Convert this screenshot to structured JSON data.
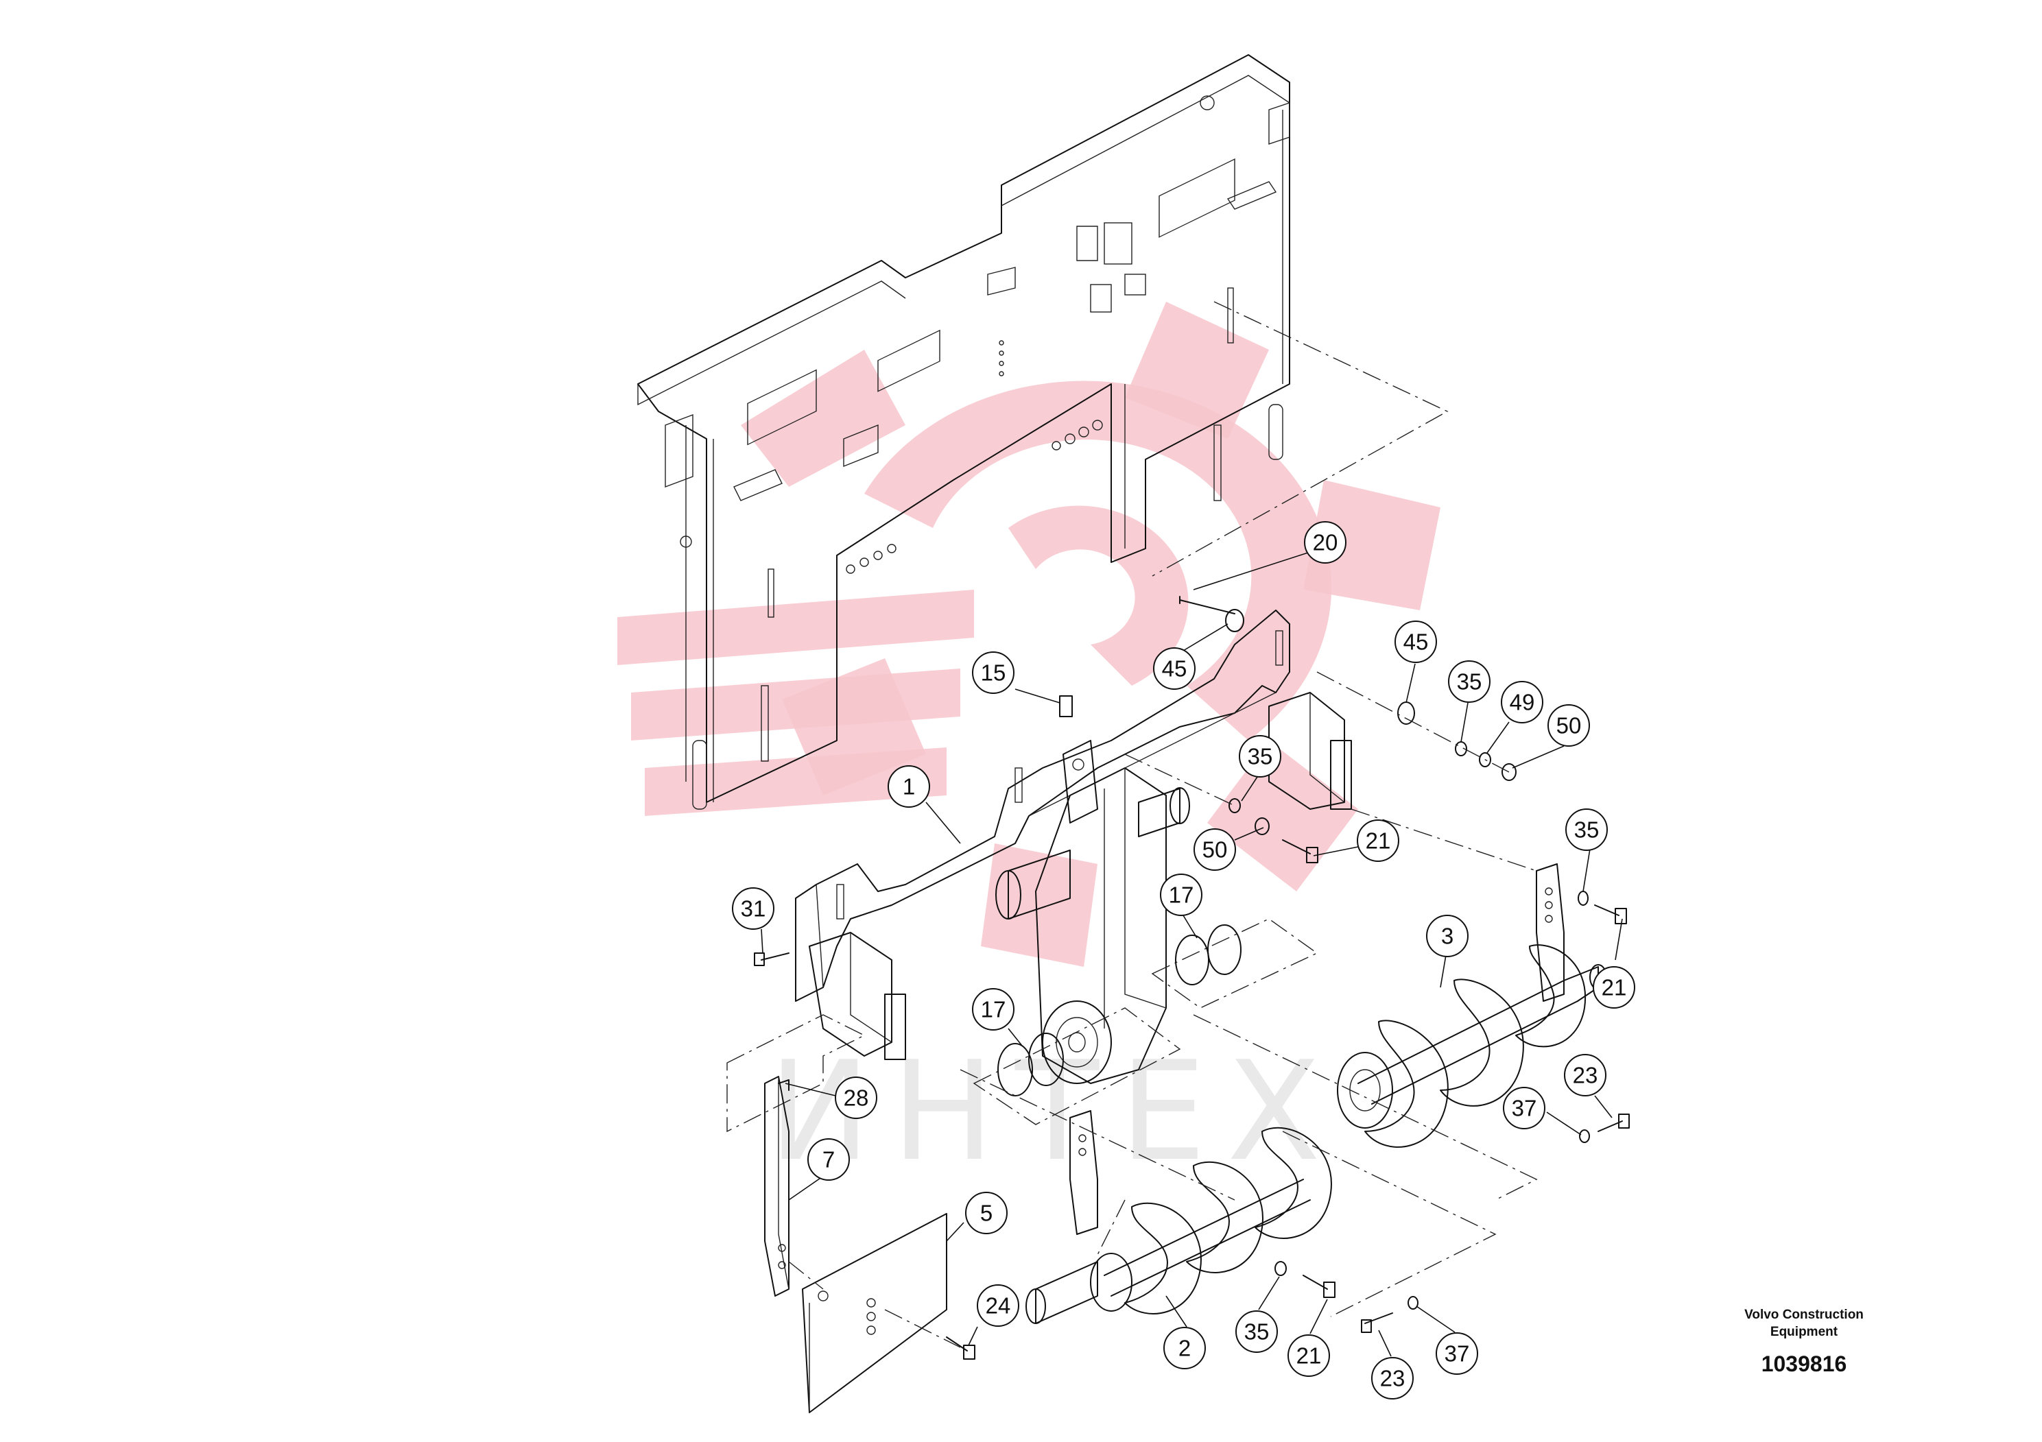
{
  "brand": {
    "company_line1": "Volvo Construction",
    "company_line2": "Equipment",
    "drawing_number": "1039816"
  },
  "watermark": {
    "text": "ИНТЕХ",
    "color": "#f7c6cc"
  },
  "callouts": [
    {
      "id": "c20",
      "label": "20"
    },
    {
      "id": "c45a",
      "label": "45"
    },
    {
      "id": "c45b",
      "label": "45"
    },
    {
      "id": "c15",
      "label": "15"
    },
    {
      "id": "c35a",
      "label": "35"
    },
    {
      "id": "c49",
      "label": "49"
    },
    {
      "id": "c50a",
      "label": "50"
    },
    {
      "id": "c35b",
      "label": "35"
    },
    {
      "id": "c1",
      "label": "1"
    },
    {
      "id": "c50b",
      "label": "50"
    },
    {
      "id": "c21a",
      "label": "21"
    },
    {
      "id": "c35c",
      "label": "35"
    },
    {
      "id": "c31",
      "label": "31"
    },
    {
      "id": "c17a",
      "label": "17"
    },
    {
      "id": "c3",
      "label": "3"
    },
    {
      "id": "c21b",
      "label": "21"
    },
    {
      "id": "c17b",
      "label": "17"
    },
    {
      "id": "c28",
      "label": "28"
    },
    {
      "id": "c23a",
      "label": "23"
    },
    {
      "id": "c37a",
      "label": "37"
    },
    {
      "id": "c7",
      "label": "7"
    },
    {
      "id": "c5",
      "label": "5"
    },
    {
      "id": "c24",
      "label": "24"
    },
    {
      "id": "c2",
      "label": "2"
    },
    {
      "id": "c35d",
      "label": "35"
    },
    {
      "id": "c21c",
      "label": "21"
    },
    {
      "id": "c23b",
      "label": "23"
    },
    {
      "id": "c37b",
      "label": "37"
    }
  ]
}
